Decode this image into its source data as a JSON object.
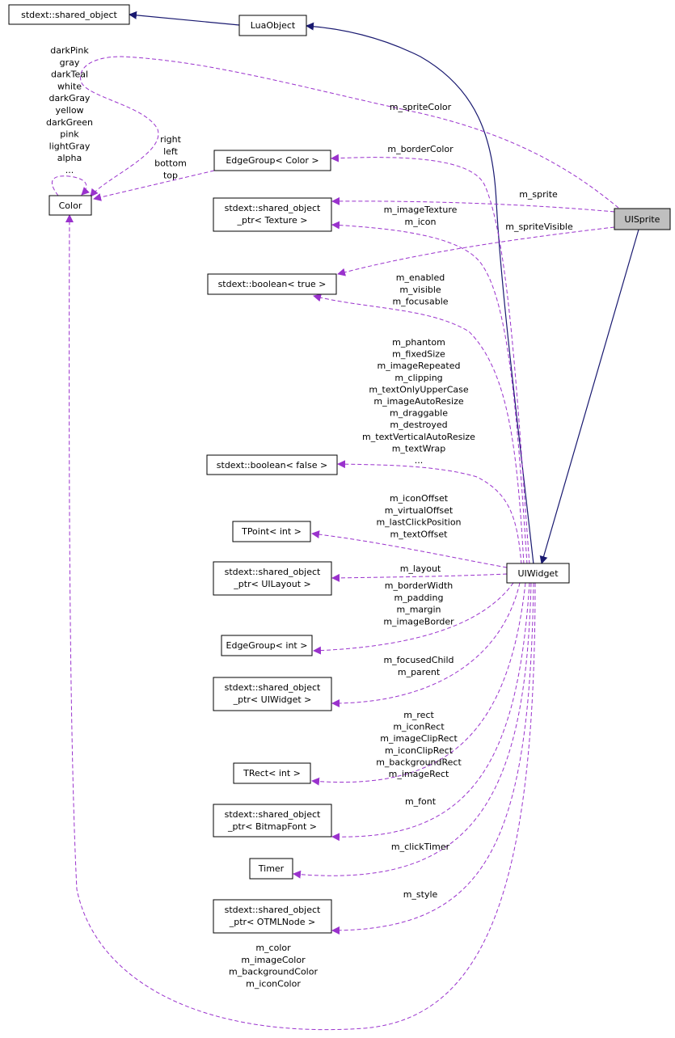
{
  "nodes": {
    "shared_object": "stdext::shared_object",
    "lua_object": "LuaObject",
    "color": "Color",
    "edge_group_color": "EdgeGroup< Color >",
    "so_texture": [
      "stdext::shared_object",
      "_ptr< Texture >"
    ],
    "bool_true": "stdext::boolean< true >",
    "bool_false": "stdext::boolean< false >",
    "tpoint": "TPoint< int >",
    "so_layout": [
      "stdext::shared_object",
      "_ptr< UILayout >"
    ],
    "edge_group_int": "EdgeGroup< int >",
    "so_widget": [
      "stdext::shared_object",
      "_ptr< UIWidget >"
    ],
    "trect": "TRect< int >",
    "so_font": [
      "stdext::shared_object",
      "_ptr< BitmapFont >"
    ],
    "timer": "Timer",
    "so_otml": [
      "stdext::shared_object",
      "_ptr< OTMLNode >"
    ],
    "uiwidget": "UIWidget",
    "uisprite": "UISprite"
  },
  "labels": {
    "color_self": [
      "darkPink",
      "gray",
      "darkTeal",
      "white",
      "darkGray",
      "yellow",
      "darkGreen",
      "pink",
      "lightGray",
      "alpha",
      "..."
    ],
    "edgegroup_color_to_color": [
      "right",
      "left",
      "bottom",
      "top"
    ],
    "sprite_color": "m_spriteColor",
    "border_color": "m_borderColor",
    "sprite": "m_sprite",
    "image_texture": [
      "m_imageTexture",
      "m_icon"
    ],
    "sprite_visible": "m_spriteVisible",
    "bool_true_members": [
      "m_enabled",
      "m_visible",
      "m_focusable"
    ],
    "bool_false_members": [
      "m_phantom",
      "m_fixedSize",
      "m_imageRepeated",
      "m_clipping",
      "m_textOnlyUpperCase",
      "m_imageAutoResize",
      "m_draggable",
      "m_destroyed",
      "m_textVerticalAutoResize",
      "m_textWrap",
      "..."
    ],
    "tpoint_members": [
      "m_iconOffset",
      "m_virtualOffset",
      "m_lastClickPosition",
      "m_textOffset"
    ],
    "layout": "m_layout",
    "edgegroup_int_members": [
      "m_borderWidth",
      "m_padding",
      "m_margin",
      "m_imageBorder"
    ],
    "widget_members": [
      "m_focusedChild",
      "m_parent"
    ],
    "trect_members": [
      "m_rect",
      "m_iconRect",
      "m_imageClipRect",
      "m_iconClipRect",
      "m_backgroundRect",
      "m_imageRect"
    ],
    "font": "m_font",
    "click_timer": "m_clickTimer",
    "style": "m_style",
    "color_members": [
      "m_color",
      "m_imageColor",
      "m_backgroundColor",
      "m_iconColor"
    ]
  },
  "colors": {
    "inheritance_edge": "#191970",
    "usage_edge": "#9a32cd",
    "highlight_node": "#bfbfbf"
  }
}
